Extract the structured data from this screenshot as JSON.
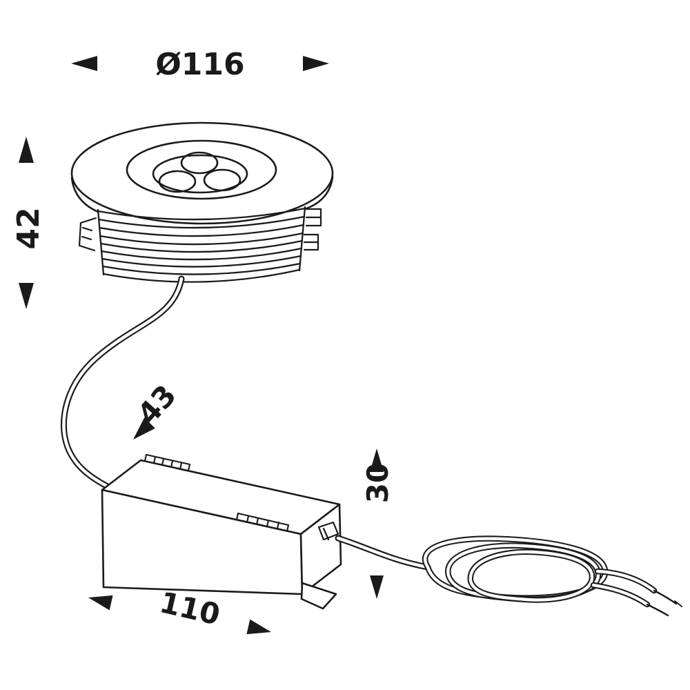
{
  "drawing": {
    "type": "technical-dimension-drawing",
    "subject": "recessed-downlight-with-driver",
    "dimensions": {
      "diameter": "Ø116",
      "recess_height": "42",
      "cable_offset": "43",
      "driver_height": "30",
      "driver_length": "110"
    },
    "colors": {
      "line": "#1a1a1a",
      "background": "#ffffff"
    }
  }
}
